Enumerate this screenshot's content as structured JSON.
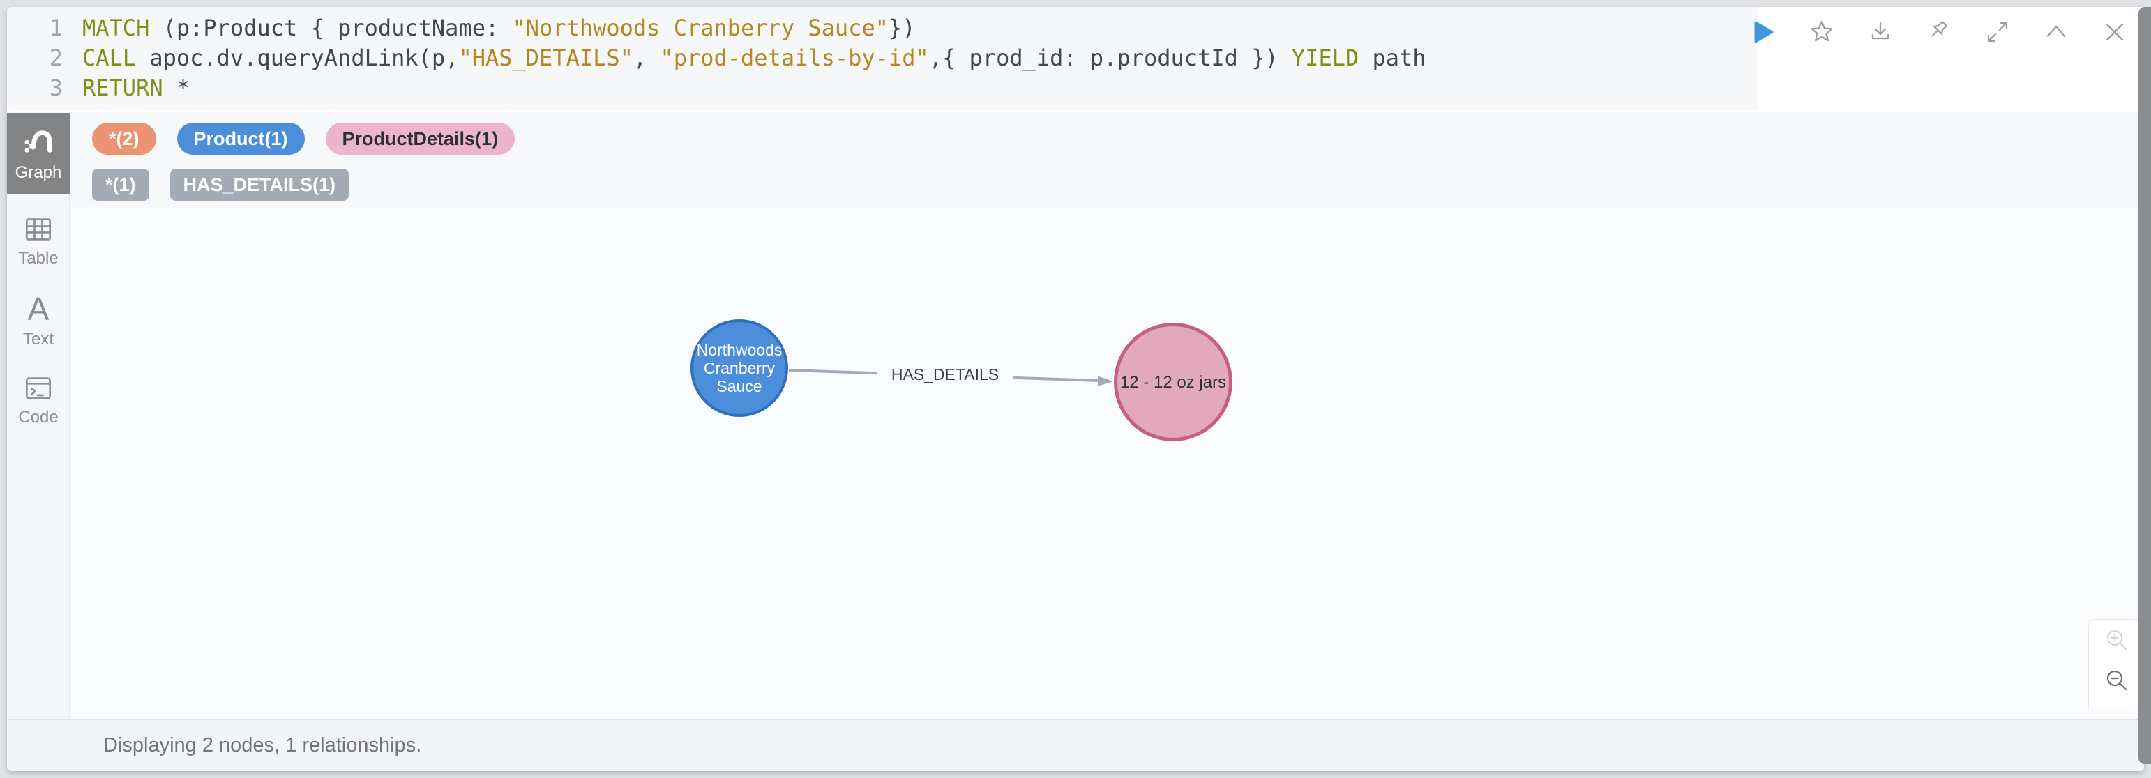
{
  "editor": {
    "lines": [
      {
        "no": "1",
        "tokens": [
          {
            "t": "MATCH",
            "c": "kw"
          },
          {
            "t": " (p:Product { productName: ",
            "c": "pl"
          },
          {
            "t": "\"Northwoods Cranberry Sauce\"",
            "c": "str"
          },
          {
            "t": "})",
            "c": "pl"
          }
        ]
      },
      {
        "no": "2",
        "tokens": [
          {
            "t": "CALL",
            "c": "kw"
          },
          {
            "t": " apoc.dv.queryAndLink(p,",
            "c": "pl"
          },
          {
            "t": "\"HAS_DETAILS\"",
            "c": "str"
          },
          {
            "t": ", ",
            "c": "pl"
          },
          {
            "t": "\"prod-details-by-id\"",
            "c": "str"
          },
          {
            "t": ",{ prod_id: p.productId }) ",
            "c": "pl"
          },
          {
            "t": "YIELD",
            "c": "kw"
          },
          {
            "t": " path",
            "c": "pl"
          }
        ]
      },
      {
        "no": "3",
        "tokens": [
          {
            "t": "RETURN",
            "c": "kw"
          },
          {
            "t": " *",
            "c": "pl"
          }
        ]
      }
    ],
    "syntax_colors": {
      "keyword": "#7c9013",
      "string": "#b5871f",
      "plain": "#41494f",
      "line_number": "#9aa7ad"
    }
  },
  "toolbar": {
    "buttons": [
      {
        "name": "run",
        "icon": "play-icon",
        "color": "#3f97e0"
      },
      {
        "name": "favorite",
        "icon": "star-icon"
      },
      {
        "name": "download",
        "icon": "download-icon"
      },
      {
        "name": "pin",
        "icon": "pin-icon"
      },
      {
        "name": "fullscreen",
        "icon": "expand-icon"
      },
      {
        "name": "collapse",
        "icon": "chevron-up-icon"
      },
      {
        "name": "close",
        "icon": "close-icon"
      }
    ]
  },
  "sidebar": {
    "tabs": [
      {
        "label": "Graph",
        "icon": "graph-icon",
        "active": true
      },
      {
        "label": "Table",
        "icon": "table-icon",
        "active": false
      },
      {
        "label": "Text",
        "icon": "text-icon",
        "active": false
      },
      {
        "label": "Code",
        "icon": "code-icon",
        "active": false
      }
    ],
    "active_bg": "#818385"
  },
  "filters": {
    "node_chips": [
      {
        "label": "*(2)",
        "bg": "#ec9373",
        "fg": "#ffffff"
      },
      {
        "label": "Product(1)",
        "bg": "#4c8eda",
        "fg": "#ffffff"
      },
      {
        "label": "ProductDetails(1)",
        "bg": "#ecb5c9",
        "fg": "#2d3033"
      }
    ],
    "rel_chips": [
      {
        "label": "*(1)",
        "bg": "#a5abb6",
        "fg": "#ffffff"
      },
      {
        "label": "HAS_DETAILS(1)",
        "bg": "#a5abb6",
        "fg": "#ffffff"
      }
    ]
  },
  "graph": {
    "nodes": [
      {
        "caption": "Northwoods\nCranberry\nSauce",
        "label": "Product",
        "fill": "#4c8eda",
        "border": "#2f6fc1",
        "text_color": "#ffffff"
      },
      {
        "caption": "12 - 12 oz jars",
        "label": "ProductDetails",
        "fill": "#e2a9bc",
        "border": "#c4607f",
        "text_color": "#30343a"
      }
    ],
    "relationship": {
      "type": "HAS_DETAILS",
      "color": "#a5abb6",
      "label_color": "#383d42"
    }
  },
  "zoom_controls": {
    "zoom_in": {
      "icon": "magnifier-plus-icon",
      "disabled": true
    },
    "zoom_out": {
      "icon": "magnifier-minus-icon",
      "disabled": false
    }
  },
  "status": {
    "text": "Displaying 2 nodes, 1 relationships."
  }
}
